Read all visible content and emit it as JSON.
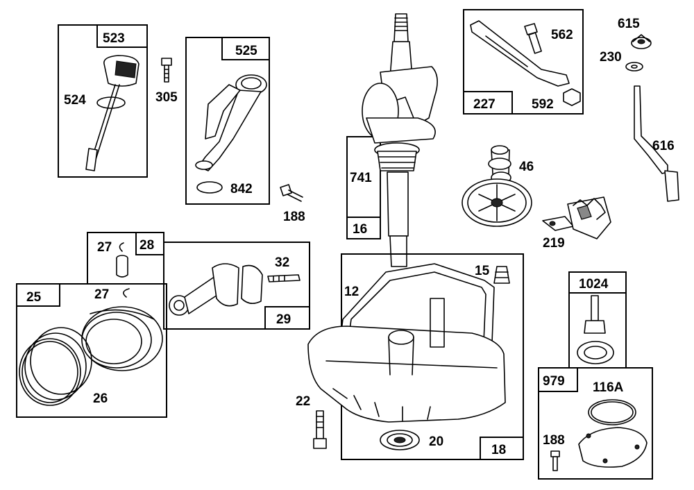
{
  "diagram": {
    "boxed_parts": {
      "p523": "523",
      "p525": "525",
      "p28": "28",
      "p25": "25",
      "p29": "29",
      "p16": "16",
      "p227": "227",
      "p18": "18",
      "p1024": "1024",
      "p979": "979"
    },
    "callouts": {
      "p524": "524",
      "p305": "305",
      "p842": "842",
      "p188a": "188",
      "p741": "741",
      "p562": "562",
      "p592": "592",
      "p615": "615",
      "p230": "230",
      "p616": "616",
      "p46": "46",
      "p219": "219",
      "p27a": "27",
      "p27b": "27",
      "p32": "32",
      "p26": "26",
      "p12": "12",
      "p15": "15",
      "p22": "22",
      "p20": "20",
      "p116a": "116A",
      "p188b": "188"
    }
  }
}
